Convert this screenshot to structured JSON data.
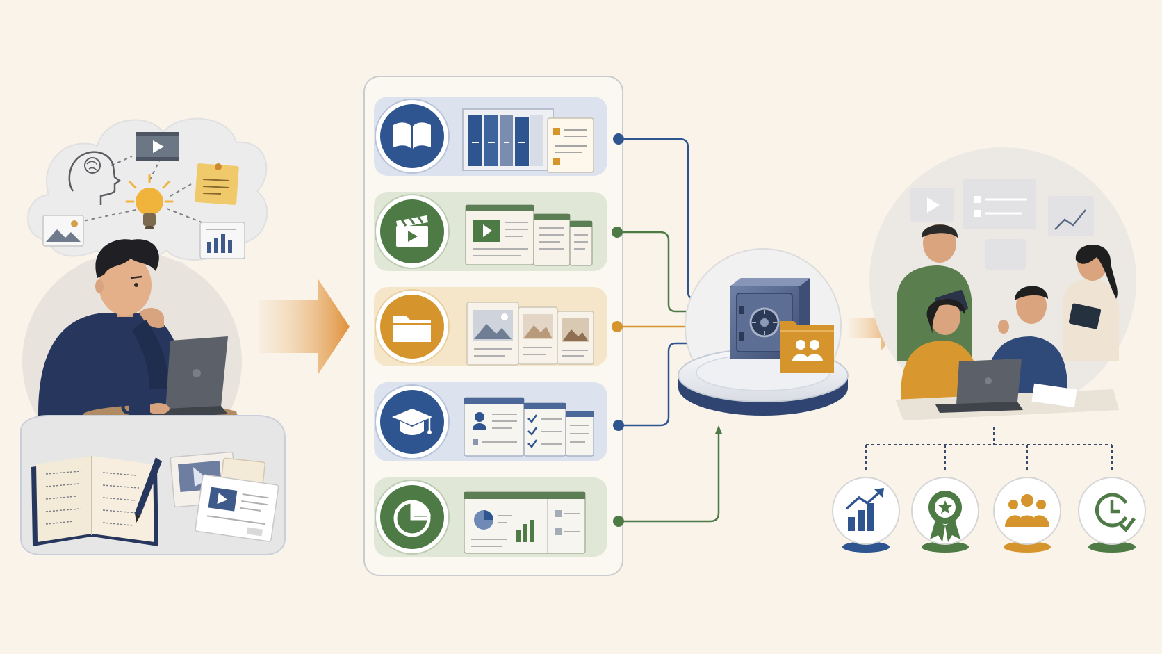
{
  "colors": {
    "background": "#f9f3ea",
    "blue": "#2f5590",
    "green": "#4e7a46",
    "orange": "#d6952c",
    "navy": "#26365c",
    "panel_border": "#c9ccce"
  },
  "stage_left": {
    "subject": "person-thinking-at-laptop",
    "thought_icons": [
      "brain-icon",
      "video-icon",
      "lightbulb-icon",
      "sticky-note-icon",
      "image-icon",
      "chart-icon"
    ],
    "desk_items": [
      "notebook-icon",
      "pen-icon",
      "video-cards-icon"
    ]
  },
  "stage_middle": {
    "categories": [
      {
        "icon": "book-icon",
        "color": "#2f5590",
        "preview": "binders-and-document"
      },
      {
        "icon": "clapperboard-icon",
        "color": "#4e7a46",
        "preview": "video-documents"
      },
      {
        "icon": "folder-icon",
        "color": "#d6952c",
        "preview": "image-cards"
      },
      {
        "icon": "graduation-cap-icon",
        "color": "#2f5590",
        "preview": "profile-and-checklists"
      },
      {
        "icon": "pie-chart-icon",
        "color": "#4e7a46",
        "preview": "analytics-dashboard"
      }
    ]
  },
  "stage_center": {
    "icon": "safe-vault-icon",
    "badge_icon": "shared-folder-icon"
  },
  "stage_right": {
    "subject": "team-collaboration",
    "outcomes": [
      {
        "icon": "growth-chart-icon",
        "color": "#2f5590"
      },
      {
        "icon": "award-ribbon-icon",
        "color": "#4e7a46"
      },
      {
        "icon": "team-icon",
        "color": "#d6952c"
      },
      {
        "icon": "time-clock-icon",
        "color": "#4e7a46"
      }
    ]
  }
}
